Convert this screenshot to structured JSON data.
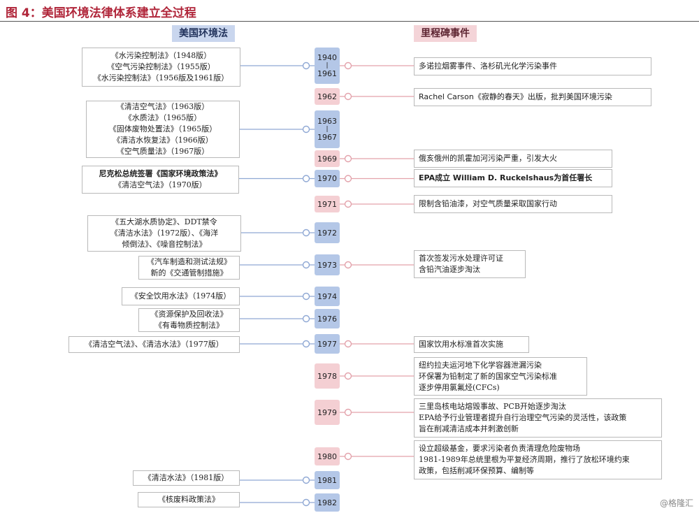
{
  "figure": {
    "title": "图 4：美国环境法律体系建立全过程",
    "header_left": "美国环境法",
    "header_right": "里程碑事件",
    "watermark": "@格隆汇"
  },
  "years": [
    {
      "label": "1940",
      "label2": "1961",
      "color": "blue"
    },
    {
      "label": "1962",
      "color": "pink"
    },
    {
      "label": "1963",
      "label2": "1967",
      "color": "blue"
    },
    {
      "label": "1969",
      "color": "pink"
    },
    {
      "label": "1970",
      "color": "blue"
    },
    {
      "label": "1971",
      "color": "pink"
    },
    {
      "label": "1972",
      "color": "blue"
    },
    {
      "label": "1973",
      "color": "blue"
    },
    {
      "label": "1974",
      "color": "blue"
    },
    {
      "label": "1976",
      "color": "blue"
    },
    {
      "label": "1977",
      "color": "blue"
    },
    {
      "label": "1978",
      "color": "pink"
    },
    {
      "label": "1979",
      "color": "pink"
    },
    {
      "label": "1980",
      "color": "pink"
    },
    {
      "label": "1981",
      "color": "blue"
    },
    {
      "label": "1982",
      "color": "blue"
    }
  ],
  "laws": [
    {
      "year_index": 0,
      "lines": [
        "《水污染控制法》（1948版）",
        "《空气污染控制法》（1955版）",
        "《水污染控制法》（1956版及1961版）"
      ]
    },
    {
      "year_index": 2,
      "lines": [
        "《清洁空气法》（1963版）",
        "《水质法》（1965版）",
        "《固体废物处置法》（1965版）",
        "《清洁水恢复法》（1966版）",
        "《空气质量法》（1967版）"
      ]
    },
    {
      "year_index": 4,
      "lines": [
        "尼克松总统签署《国家环境政策法》",
        "《清洁空气法》（1970版）"
      ]
    },
    {
      "year_index": 6,
      "lines": [
        "《五大湖水质协定》、DDT禁令",
        "《清洁水法》（1972版）、《海洋",
        "倾倒法》、《噪音控制法》"
      ]
    },
    {
      "year_index": 7,
      "lines": [
        "《汽车制造和测试法规》",
        "新的《交通管制措施》"
      ]
    },
    {
      "year_index": 8,
      "lines": [
        "《安全饮用水法》（1974版）"
      ]
    },
    {
      "year_index": 9,
      "lines": [
        "《资源保护及回收法》",
        "《有毒物质控制法》"
      ]
    },
    {
      "year_index": 10,
      "lines": [
        "《清洁空气法》、《清洁水法》（1977版）"
      ]
    },
    {
      "year_index": 14,
      "lines": [
        "《清洁水法》（1981版）"
      ]
    },
    {
      "year_index": 15,
      "lines": [
        "《核废料政策法》"
      ]
    }
  ],
  "events": [
    {
      "year_index": 0,
      "lines": [
        "多诺拉烟雾事件、洛杉矶光化学污染事件"
      ]
    },
    {
      "year_index": 1,
      "lines": [
        "Rachel Carson《寂静的春天》出版，批判美国环境污染"
      ]
    },
    {
      "year_index": 3,
      "lines": [
        "俄亥俄州的凯霍加河污染严重，引发大火"
      ]
    },
    {
      "year_index": 4,
      "lines": [
        "EPA成立 William D. Ruckelshaus为首任署长"
      ]
    },
    {
      "year_index": 5,
      "lines": [
        "限制含铅油漆，对空气质量采取国家行动"
      ]
    },
    {
      "year_index": 7,
      "lines": [
        "首次签发污水处理许可证",
        "含铅汽油逐步淘汰"
      ]
    },
    {
      "year_index": 10,
      "lines": [
        "国家饮用水标准首次实施"
      ]
    },
    {
      "year_index": 11,
      "lines": [
        "纽约拉夫运河地下化学容器泄漏污染",
        "环保署为铅制定了新的国家空气污染标准",
        "逐步停用氯氟烃(CFCs)"
      ]
    },
    {
      "year_index": 12,
      "lines": [
        "三里岛核电站熔毁事故、PCB开始逐步淘汰",
        "EPA给予行业管理者提升自行治理空气污染的灵活性，该政策",
        "旨在削减清洁成本并刺激创新"
      ]
    },
    {
      "year_index": 13,
      "lines": [
        "设立超级基金，要求污染者负责清理危险废物场",
        "1981-1989年总统里根为平复经济周期，推行了放松环境约束",
        "政策，包括削减环保预算、编制等"
      ]
    }
  ]
}
